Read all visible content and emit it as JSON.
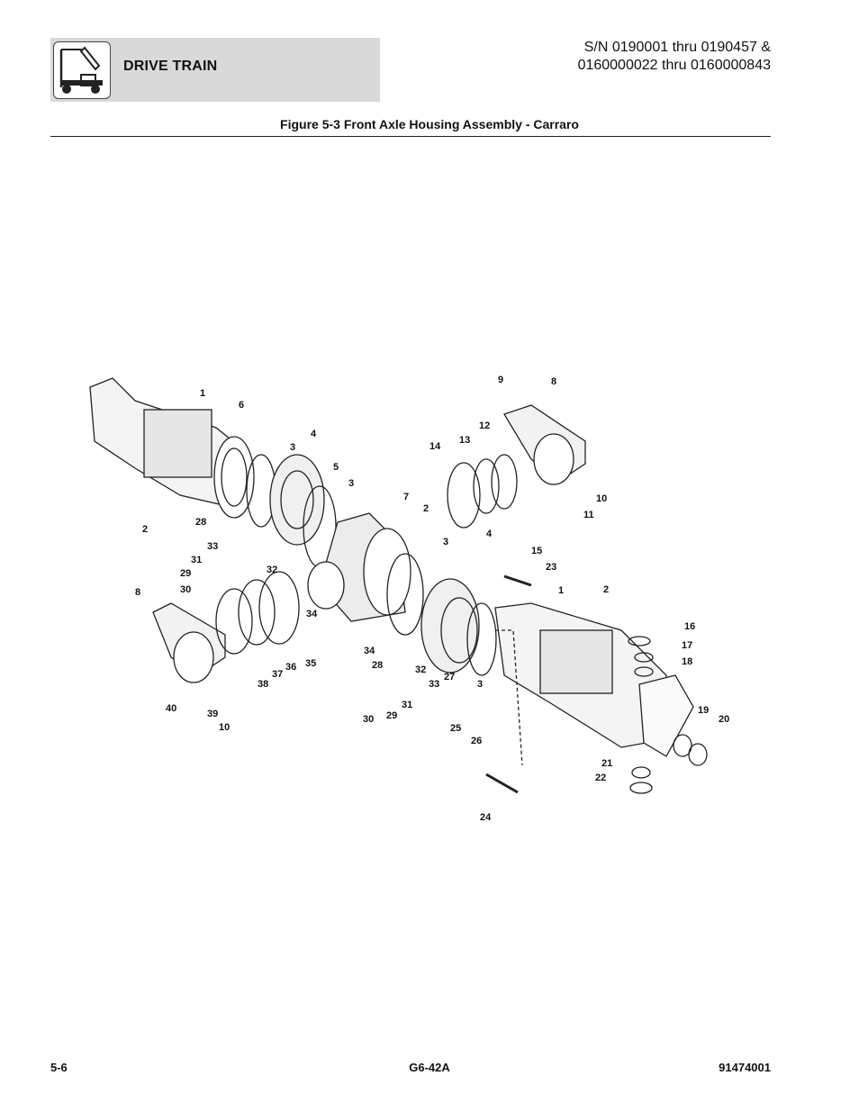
{
  "header": {
    "section": "DRIVE TRAIN",
    "serial_line1": "S/N 0190001 thru 0190457 &",
    "serial_line2": "0160000022 thru 0160000843"
  },
  "figure": {
    "title": "Figure 5-3 Front Axle Housing Assembly - Carraro",
    "callouts": [
      "1",
      "6",
      "3",
      "4",
      "5",
      "3",
      "7",
      "2",
      "9",
      "8",
      "14",
      "13",
      "12",
      "10",
      "11",
      "2",
      "28",
      "33",
      "31",
      "29",
      "30",
      "32",
      "8",
      "3",
      "4",
      "15",
      "23",
      "1",
      "2",
      "34",
      "16",
      "17",
      "18",
      "40",
      "39",
      "10",
      "38",
      "37",
      "36",
      "35",
      "34",
      "28",
      "30",
      "29",
      "31",
      "32",
      "33",
      "27",
      "3",
      "25",
      "26",
      "19",
      "20",
      "21",
      "22",
      "24"
    ]
  },
  "footer": {
    "page": "5-6",
    "model": "G6-42A",
    "doc_number": "91474001"
  }
}
